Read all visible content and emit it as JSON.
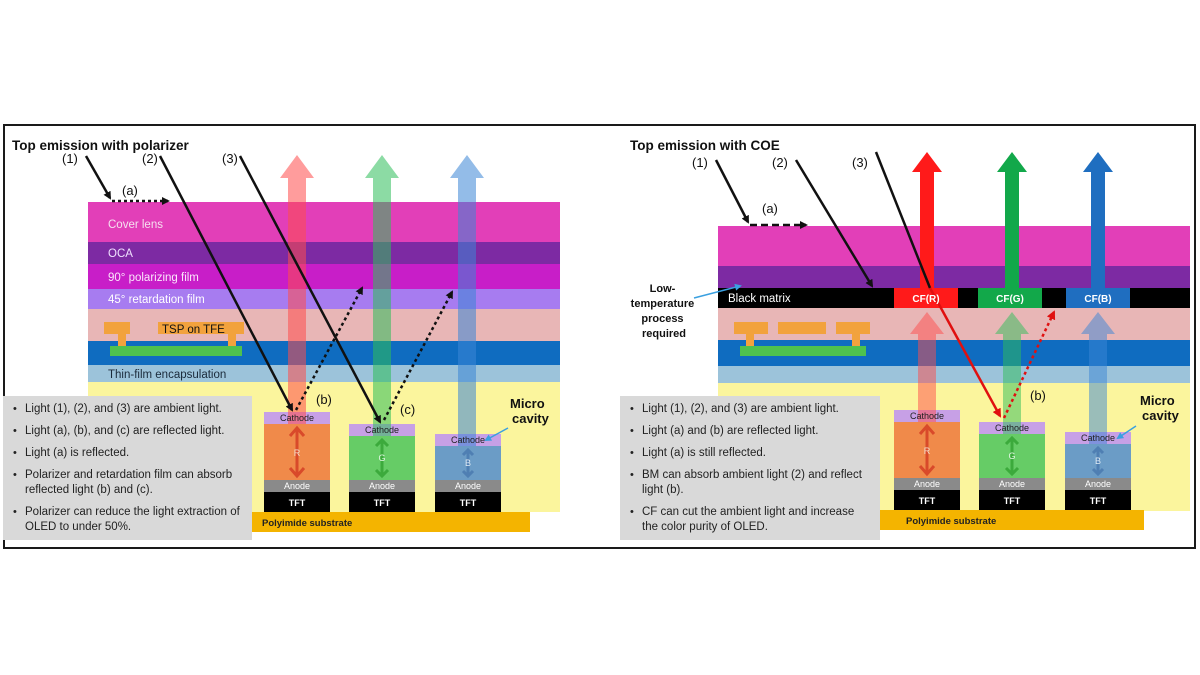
{
  "left": {
    "title": "Top emission with polarizer",
    "ray_labels": [
      "(1)",
      "(2)",
      "(3)"
    ],
    "reflect_labels": [
      "(a)",
      "(b)",
      "(c)"
    ],
    "layers": {
      "cover": "Cover lens",
      "oca": "OCA",
      "polarizer": "90° polarizing film",
      "retarder": "45° retardation film",
      "tsp": "TSP on TFE",
      "tfe": "Thin-film encapsulation"
    },
    "micro_cavity": "Micro\ncavity",
    "pixels": {
      "cathode": "Cathode",
      "anode": "Anode",
      "tft": "TFT",
      "r": "R",
      "g": "G",
      "b": "B"
    },
    "substrate": "Polyimide substrate",
    "notes": [
      "Light (1), (2), and (3) are ambient light.",
      "Light (a), (b), and (c) are reflected light.",
      "Light (a) is reflected.",
      "Polarizer and retardation film can absorb reflected light (b) and (c).",
      "Polarizer can reduce the light extraction of OLED to under 50%."
    ]
  },
  "right": {
    "title": "Top emission with COE",
    "ray_labels": [
      "(1)",
      "(2)",
      "(3)"
    ],
    "reflect_labels": [
      "(a)",
      "(b)"
    ],
    "black_matrix": "Black matrix",
    "side_note": "Low-\ntemperature\nprocess\nrequired",
    "color_filters": [
      "CF(R)",
      "CF(G)",
      "CF(B)"
    ],
    "micro_cavity": "Micro\ncavity",
    "pixels": {
      "cathode": "Cathode",
      "anode": "Anode",
      "tft": "TFT",
      "r": "R",
      "g": "G",
      "b": "B"
    },
    "substrate": "Polyimide substrate",
    "notes": [
      "Light (1), (2), and (3) are ambient light.",
      "Light (a) and (b) are reflected light.",
      "Light (a) is still reflected.",
      "BM can absorb ambient light (2) and reflect light (b).",
      "CF can cut the ambient light and increase the color purity of OLED."
    ]
  },
  "colors": {
    "cover": "#e23fb8",
    "oca": "#7d2aa3",
    "polarizer": "#c81ec8",
    "retarder": "#a77cf0",
    "pink": "#e8b6b6",
    "blue_layer": "#0f6cc0",
    "tfe": "#9cc3da",
    "yellow": "#fbf59d",
    "substrate": "#f4b400",
    "tsp": "#f2a23d",
    "green_pad": "#4ec14e",
    "red": "#ff1a1a",
    "green": "#12a84a",
    "blue": "#1f6ec0",
    "cathode": "#c7a0e6",
    "anode": "#8a8a8a",
    "tft": "#000000",
    "note_bg": "#d9d9d9"
  }
}
